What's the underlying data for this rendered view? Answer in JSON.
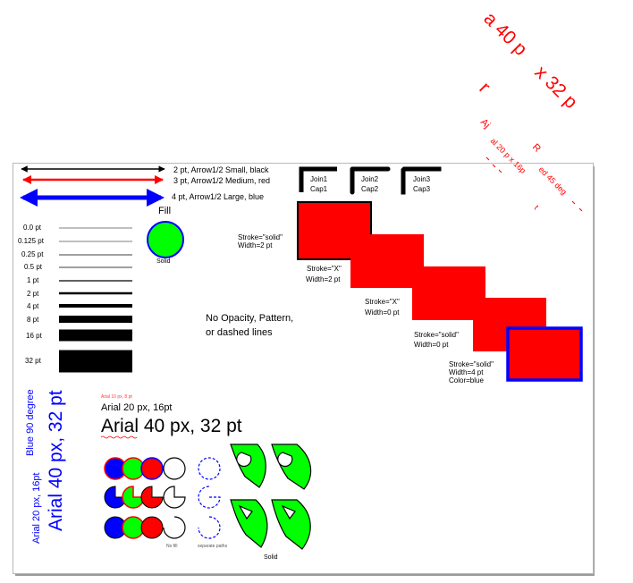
{
  "colors": {
    "red": "#ff0000",
    "green": "#00ff00",
    "blue": "#0000ff",
    "black": "#000000",
    "page_border": "#b9b9b9",
    "spell_underline": "#ff0000"
  },
  "arrows": {
    "small": "2 pt, Arrow1/2 Small, black",
    "medium": "3 pt, Arrow1/2 Medium, red",
    "large": "4 pt, Arrow1/2 Large, blue"
  },
  "line_widths": [
    {
      "label": "0.0 pt",
      "pt": 0
    },
    {
      "label": "0.125 pt",
      "pt": 0.125
    },
    {
      "label": "0.25 pt",
      "pt": 0.25
    },
    {
      "label": "0.5 pt",
      "pt": 0.5
    },
    {
      "label": "1 pt",
      "pt": 1
    },
    {
      "label": "2 pt",
      "pt": 2
    },
    {
      "label": "4 pt",
      "pt": 4
    },
    {
      "label": "8 pt",
      "pt": 8
    },
    {
      "label": "16 pt",
      "pt": 16
    },
    {
      "label": "32 pt",
      "pt": 32
    }
  ],
  "fill": {
    "title": "Fill",
    "caption": "Solid"
  },
  "joins": [
    {
      "line1": "Join1",
      "line2": "Cap1"
    },
    {
      "line1": "Join2",
      "line2": "Cap2"
    },
    {
      "line1": "Join3",
      "line2": "Cap3"
    }
  ],
  "strokes": [
    {
      "line1": "Stroke=\"solid\"",
      "line2": "Width=2 pt"
    },
    {
      "line1": "Stroke=\"X\"",
      "line2": "Width=2 pt"
    },
    {
      "line1": "Stroke=\"X\"",
      "line2": "Width=0 pt"
    },
    {
      "line1": "Stroke=\"solid\"",
      "line2": "Width=0 pt"
    },
    {
      "line1": "Stroke=\"solid\"",
      "line2": "Width=4 pt",
      "line3": "Color=blue"
    }
  ],
  "notes": {
    "no_opacity_line1": "No Opacity, Pattern,",
    "no_opacity_line2": "or dashed lines"
  },
  "text_samples": {
    "tiny": "Arial 10 px, 8 pt",
    "arial20": "Arial 20 px, 16pt",
    "arial40": "Arial 40 px, 32 pt",
    "blue90": "Blue 90 degree",
    "vert_arial20": "Arial 20 px, 16pt",
    "vert_arial40": "Arial 40 px, 32 pt"
  },
  "rotated_texts": {
    "big_line1": "a 40 p",
    "big_line2": "r",
    "big_line3": "x 32 p",
    "small_line1": "Aj",
    "small_line2": "al 20 p x 16p",
    "small_line3": "R",
    "small_line4": "ed 45 deg",
    "small_line5": "t"
  },
  "pies": {
    "no_fill": "No fill",
    "separate_paths": "separate paths"
  },
  "arcs": {
    "caption": "Solid"
  }
}
